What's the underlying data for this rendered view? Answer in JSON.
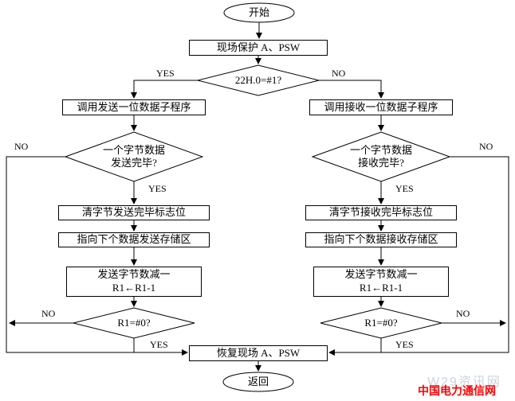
{
  "flowchart": {
    "start": "开始",
    "protect": "现场保护 A、PSW",
    "d1": "22H.0=#1?",
    "call_send": "调用发送一位数据子程序",
    "call_recv": "调用接收一位数据子程序",
    "d2_line1": "一个字节数据",
    "d2_line2": "发送完毕?",
    "d3_line1": "一个字节数据",
    "d3_line2": "接收完毕?",
    "clear_send": "清字节发送完毕标志位",
    "clear_recv": "清字节接收完毕标志位",
    "point_send": "指向下个数据发送存储区",
    "point_recv": "指向下个数据接收存储区",
    "dec_send_line1": "发送字节数减一",
    "dec_send_line2": "R1←R1-1",
    "dec_recv_line1": "发送字节数减一",
    "dec_recv_line2": "R1←R1-1",
    "d4": "R1=#0?",
    "d5": "R1=#0?",
    "restore": "恢复现场 A、PSW",
    "return": "返回",
    "labels": {
      "yes": "YES",
      "no": "NO"
    }
  },
  "watermark": {
    "text": "中国电力通信网",
    "color": "#ff0000",
    "shadow_text": "W29资讯网",
    "shadow_color": "#ccd4de"
  },
  "colors": {
    "line": "#000000",
    "node_fill": "#ffffff",
    "text": "#000000"
  }
}
